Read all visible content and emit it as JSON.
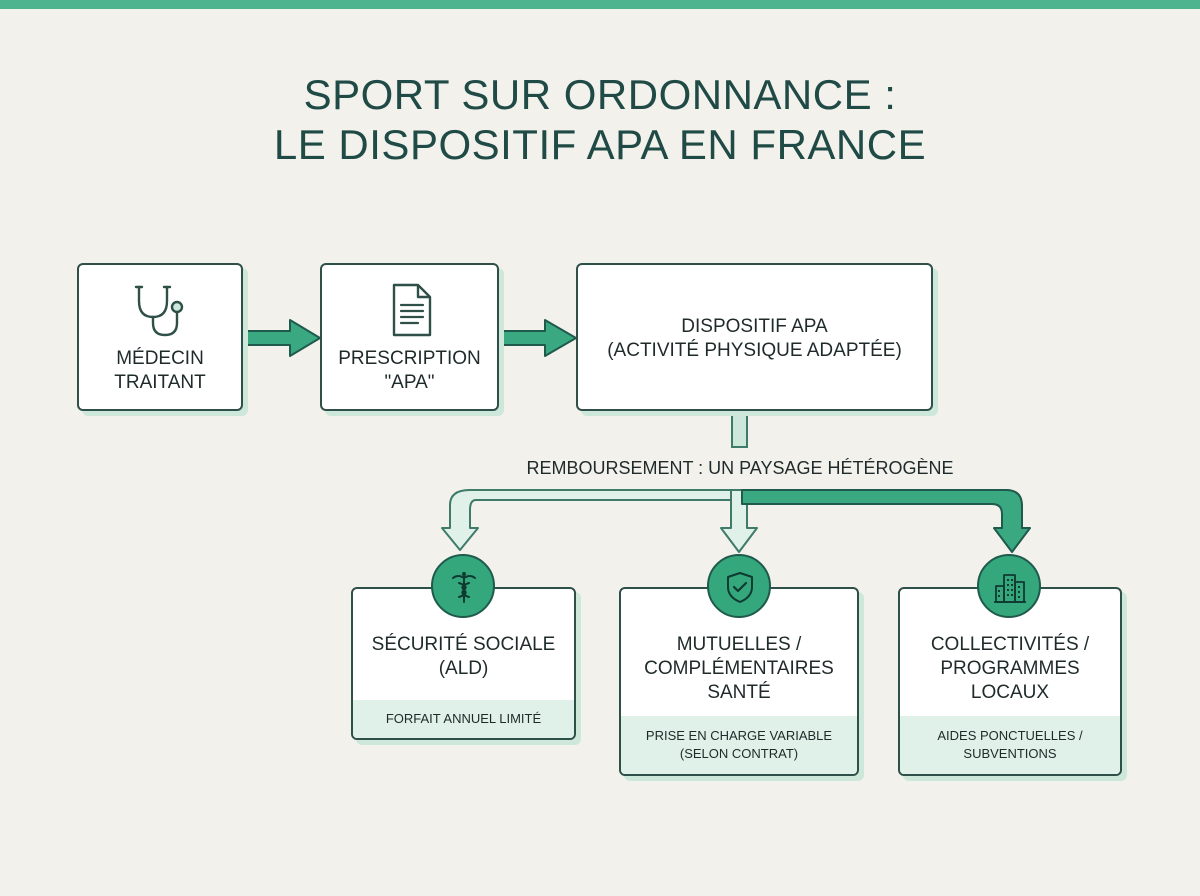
{
  "title": {
    "line1": "SPORT SUR ORDONNANCE :",
    "line2": "LE DISPOSITIF APA EN FRANCE"
  },
  "steps": [
    {
      "lines": [
        "MÉDECIN",
        "TRAITANT"
      ],
      "icon": "stethoscope-icon"
    },
    {
      "lines": [
        "PRESCRIPTION",
        "\"APA\""
      ],
      "icon": "document-icon"
    },
    {
      "lines": [
        "DISPOSITIF APA",
        "(ACTIVITÉ PHYSIQUE ADAPTÉE)"
      ]
    }
  ],
  "reimbursement_label": "REMBOURSEMENT : UN PAYSAGE HÉTÉROGÈNE",
  "cards": [
    {
      "icon": "caduceus-icon",
      "title": [
        "SÉCURITÉ SOCIALE",
        "(ALD)"
      ],
      "detail": [
        "FORFAIT ANNUEL LIMITÉ"
      ]
    },
    {
      "icon": "shield-check-icon",
      "title": [
        "MUTUELLES /",
        "COMPLÉMENTAIRES",
        "SANTÉ"
      ],
      "detail": [
        "PRISE EN CHARGE VARIABLE",
        "(SELON CONTRAT)"
      ]
    },
    {
      "icon": "city-buildings-icon",
      "title": [
        "COLLECTIVITÉS /",
        "PROGRAMMES",
        "LOCAUX"
      ],
      "detail": [
        "AIDES PONCTUELLES /",
        "SUBVENTIONS"
      ]
    }
  ],
  "colors": {
    "accent": "#34a77c",
    "accent_light": "#cde8db",
    "border": "#2f4f49",
    "title": "#1f4a45",
    "background": "#f3f1ec"
  }
}
